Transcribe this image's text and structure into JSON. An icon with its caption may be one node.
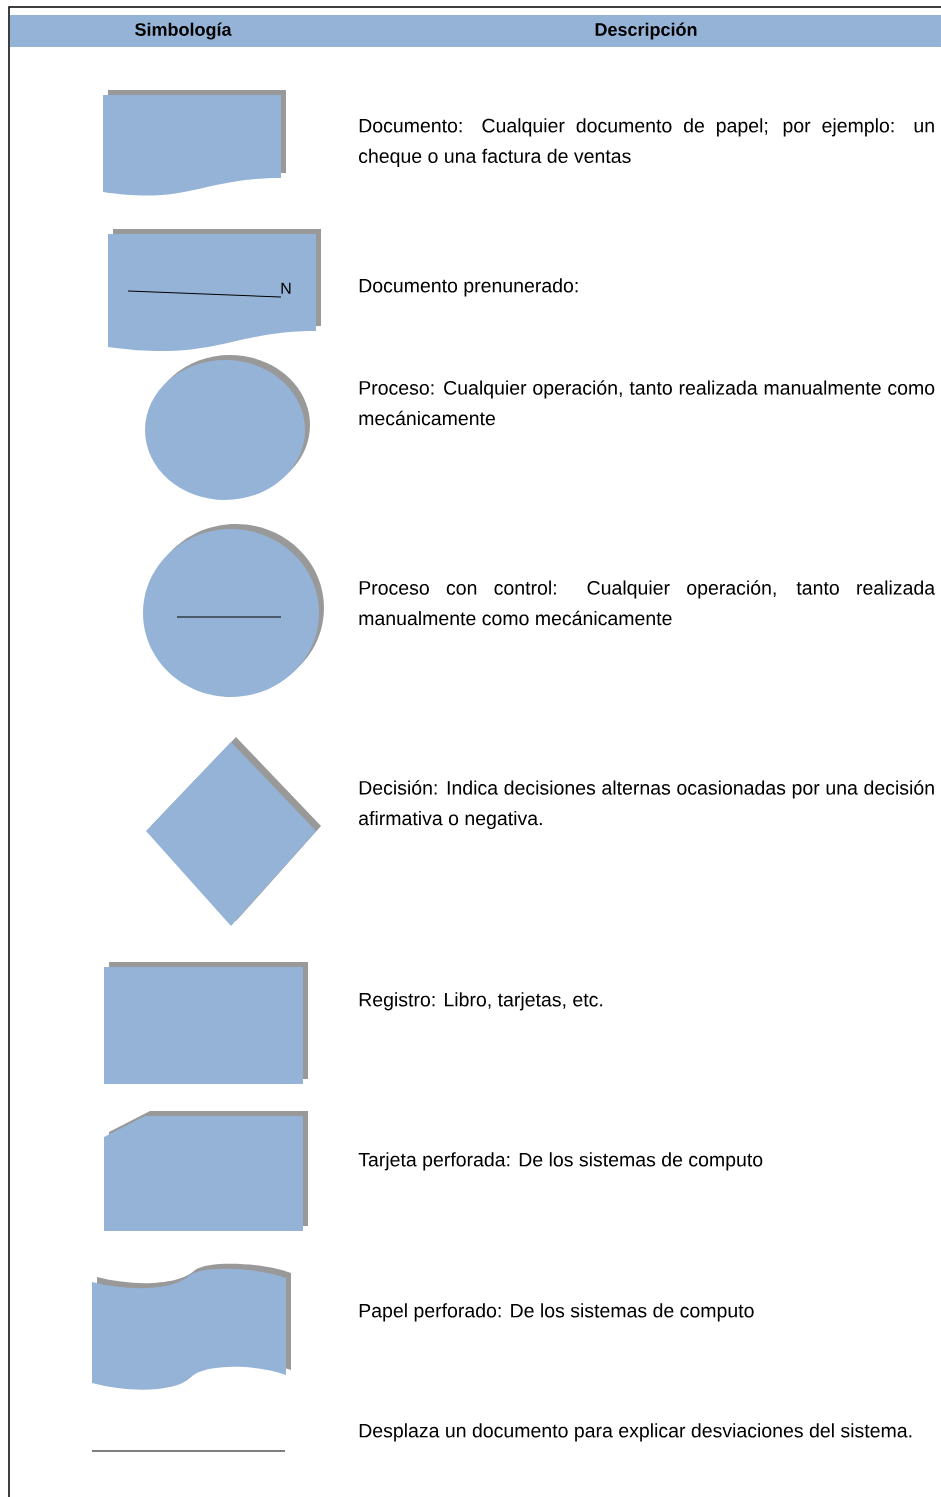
{
  "diagram": {
    "labels": [
      "Simbología",
      "Descripción",
      "Documento: Cualquier documento de papel; por ejemplo: un cheque o una factura de ventas",
      "N",
      "Documento prenunerado:",
      "Proceso: Cualquier operación, tanto realizada manualmente como  mecánicamente",
      "Proceso con control: Cualquier operación, tanto realizada manualmente como  mecánicamente",
      "Decisión: Indica decisiones alternas ocasionadas por una decisión afirmativa o negativa.",
      "Registro: Libro, tarjetas, etc.",
      "Tarjeta perforada: De los sistemas de computo",
      "Papel perforado: De los sistemas de computo",
      "Desplaza un documento para explicar desviaciones del sistema."
    ]
  }
}
